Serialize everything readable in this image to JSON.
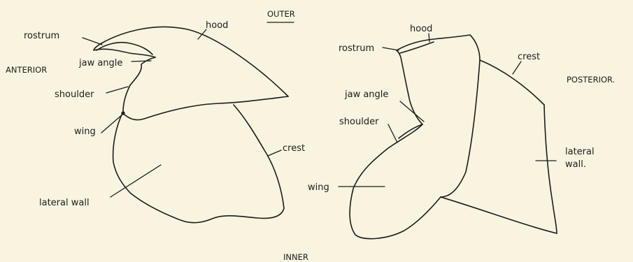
{
  "orientation": {
    "outer": "OUTER",
    "inner": "INNER",
    "anterior": "ANTERIOR",
    "posterior": "POSTERIOR."
  },
  "left_figure": {
    "labels": {
      "rostrum": "rostrum",
      "hood": "hood",
      "jaw_angle": "jaw angle",
      "shoulder": "shoulder",
      "wing": "wing",
      "crest": "crest",
      "lateral_wall": "lateral wall"
    }
  },
  "right_figure": {
    "labels": {
      "hood": "hood",
      "rostrum": "rostrum",
      "crest": "crest",
      "jaw_angle": "jaw angle",
      "shoulder": "shoulder",
      "lateral_wall_line1": "lateral",
      "lateral_wall_line2": "wall.",
      "wing": "wing"
    }
  }
}
